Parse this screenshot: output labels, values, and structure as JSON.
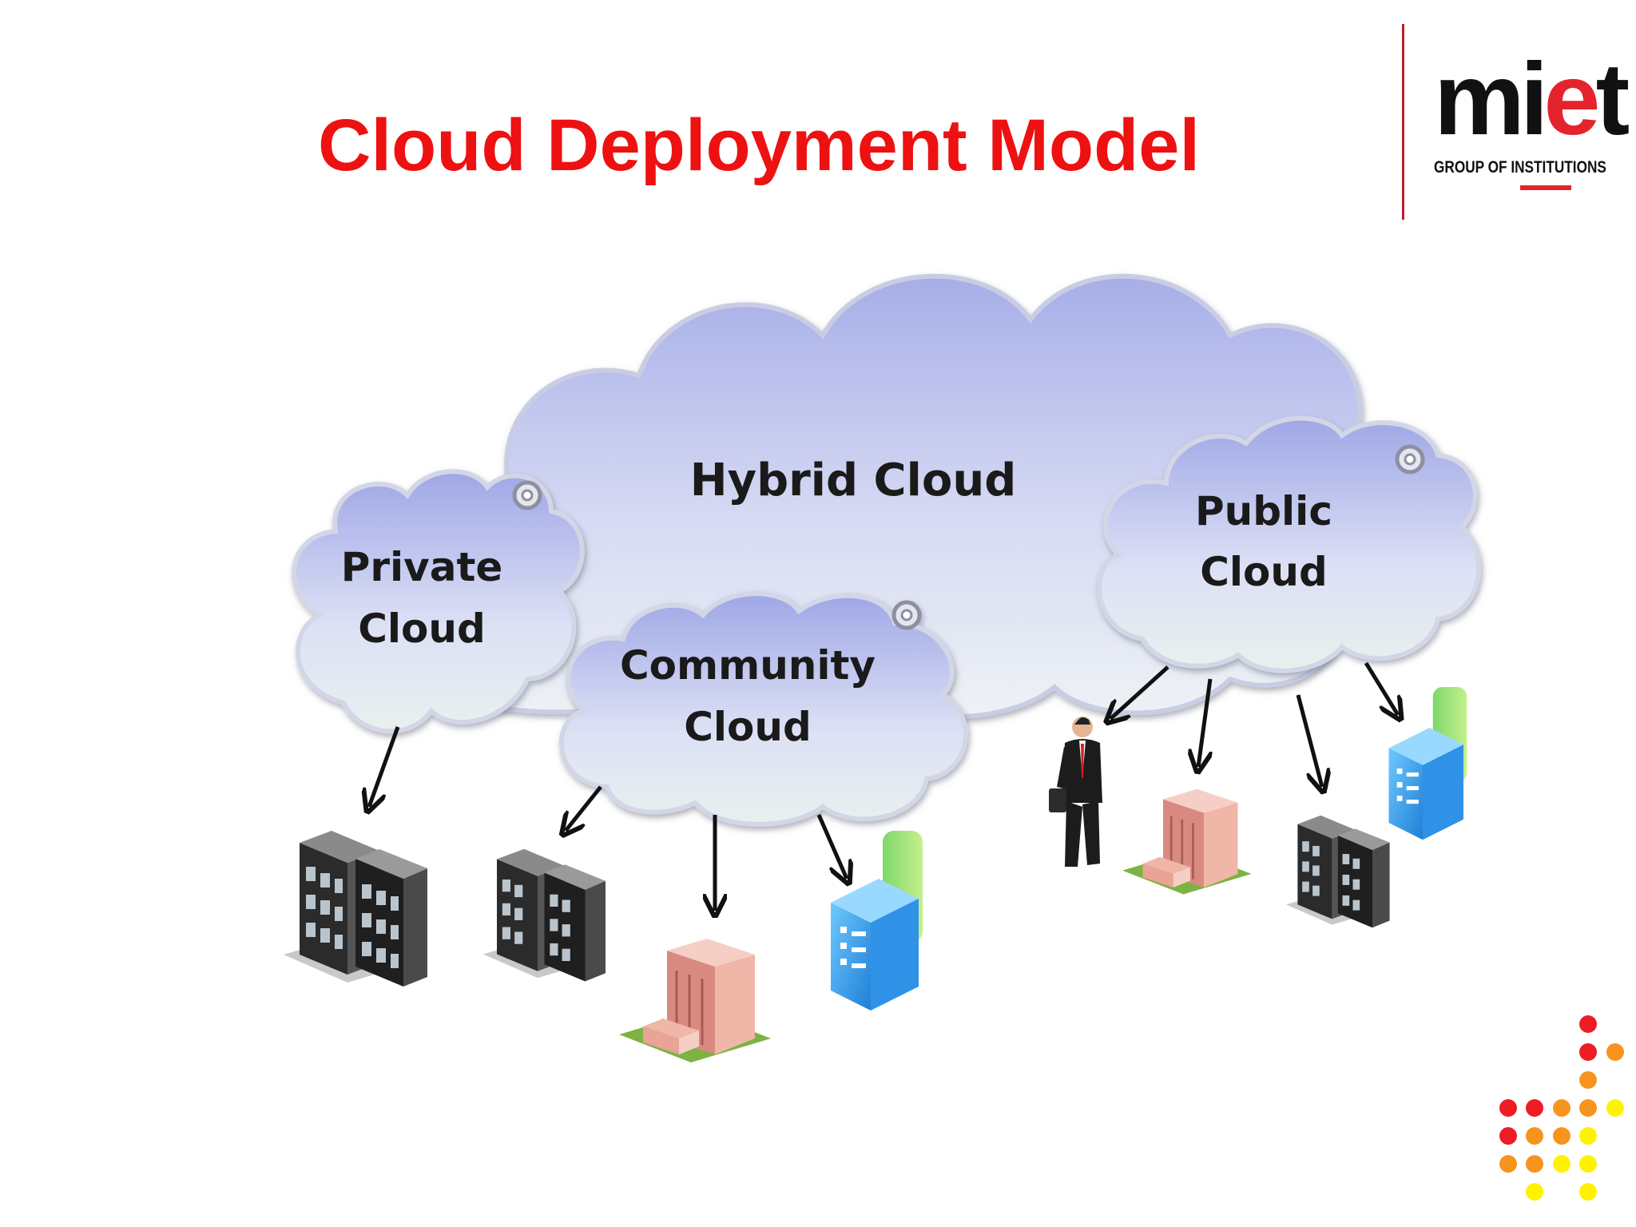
{
  "title": "Cloud Deployment Model",
  "logo": {
    "wordmark_plain": "mi",
    "wordmark_accent": "e",
    "wordmark_end": "t",
    "subtitle": "GROUP OF INSTITUTIONS",
    "accent_color": "#e5232c"
  },
  "clouds": {
    "hybrid": "Hybrid Cloud",
    "private": [
      "Private",
      "Cloud"
    ],
    "community": [
      "Community",
      "Cloud"
    ],
    "public": [
      "Public",
      "Cloud"
    ]
  },
  "colors": {
    "title": "#ee1111",
    "cloud_top": "#a7aee8",
    "cloud_bottom": "#eef2f5",
    "dot_red": "#ee1c25",
    "dot_orange": "#f7941d",
    "dot_yellow": "#fff200"
  }
}
